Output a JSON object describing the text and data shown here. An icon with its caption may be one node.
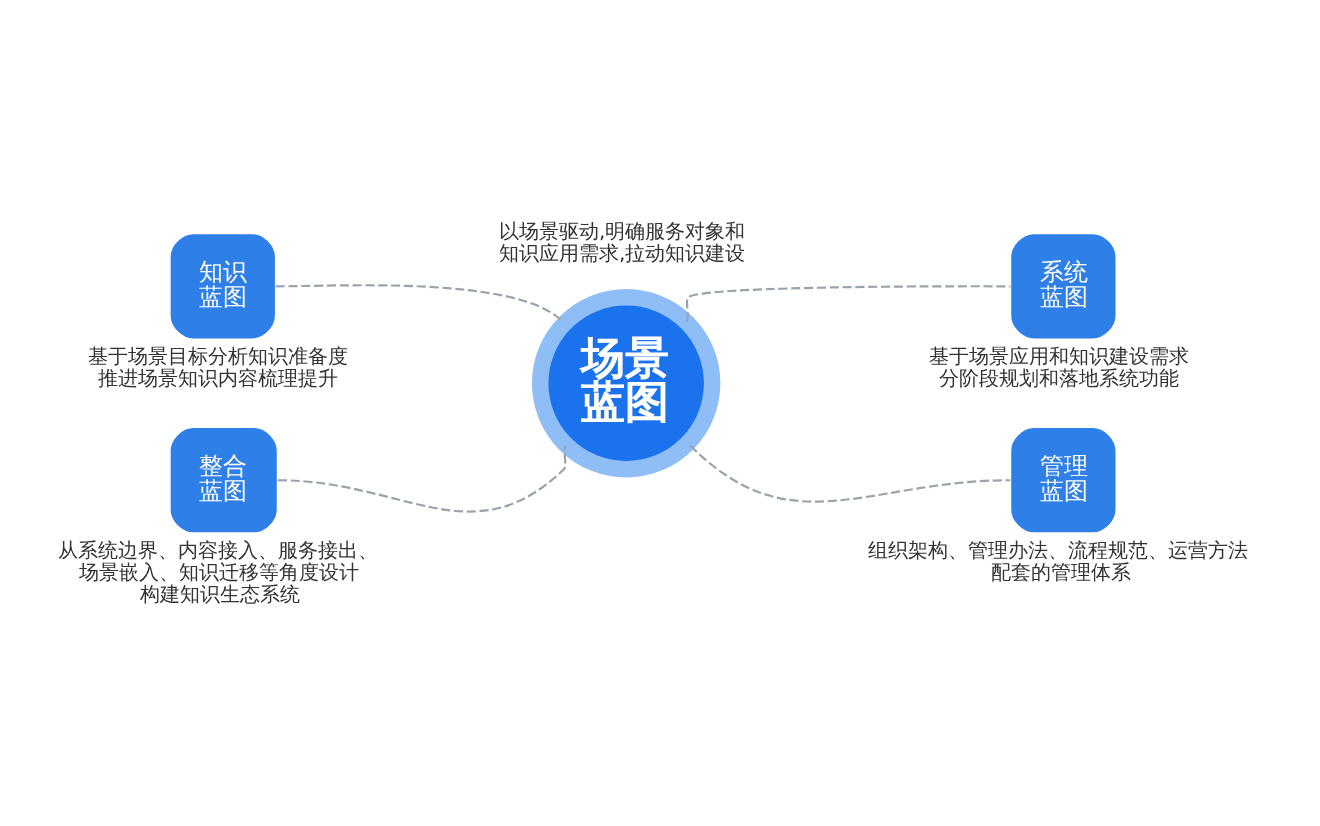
{
  "diagram": {
    "nodes": [
      {
        "text": [
          "知识蓝图"
        ],
        "beside": [
          "基于场景目标分析知识准备度推进场景知识内容梳理提升"
        ]
      },
      {
        "text": [
          "系统蓝图"
        ],
        "beside": [
          "基于场景应用和知识建设需求分阶段规划和落地系统功能"
        ]
      },
      {
        "text": [
          "场景蓝图"
        ],
        "beside": [
          "以场景驱动,明确服务对象和知识应用需求,拉动知识建设"
        ]
      },
      {
        "text": [
          "整合蓝图"
        ],
        "beside": [
          "从系统边界、内容接入、服务接出、场景嵌入、知识迁移等角度设计构建知识生态系统"
        ]
      },
      {
        "text": [
          "管理蓝图"
        ],
        "beside": [
          "组织架构、管理办法、流程规范、运营方法配套的管理体系"
        ]
      }
    ],
    "edges": [
      {
        "from": 0,
        "to": 2,
        "arrow": "none",
        "style": "dashed"
      },
      {
        "from": 2,
        "to": 1,
        "arrow": "none",
        "style": "dashed"
      },
      {
        "from": 3,
        "to": 2,
        "arrow": "none",
        "style": "dashed"
      },
      {
        "from": 2,
        "to": 4,
        "arrow": "none",
        "style": "dashed"
      }
    ]
  }
}
